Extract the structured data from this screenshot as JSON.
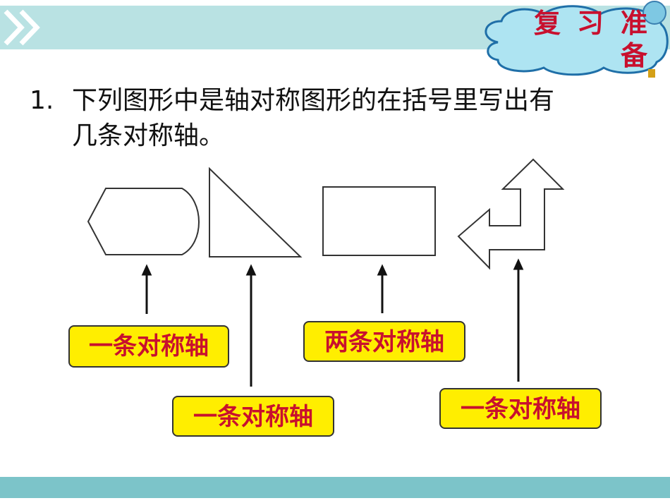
{
  "header": {
    "badge_chars": [
      "复",
      "习",
      "准",
      "备"
    ]
  },
  "question": {
    "number": "1.",
    "line1": "下列图形中是轴对称图形的在括号里写出有",
    "line2": "几条对称轴。"
  },
  "answers": {
    "hexagon": "一条对称轴",
    "triangle": "一条对称轴",
    "rectangle": "两条对称轴",
    "arrow_shape": "一条对称轴"
  },
  "colors": {
    "top_bar": "#b9e2e3",
    "bottom_bar": "#7cc4c9",
    "label_bg": "#ffee00",
    "label_text": "#c8102e",
    "badge_text": "#c8102e"
  }
}
